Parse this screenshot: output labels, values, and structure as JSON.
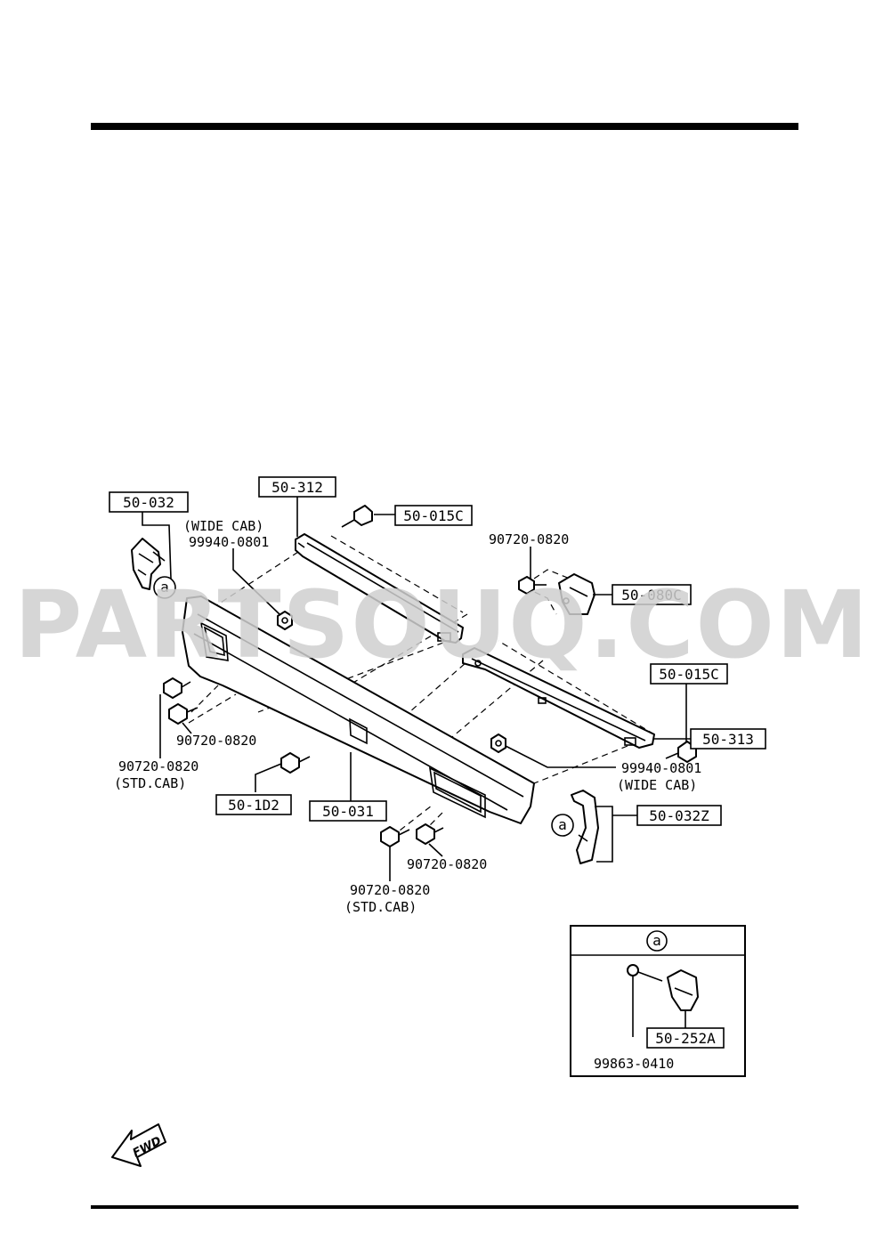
{
  "watermark": "PARTSOUQ.COM",
  "part_codes": {
    "c50_032": "50-032",
    "c50_312": "50-312",
    "c50_015c_top": "50-015C",
    "c50_080c": "50-080C",
    "c50_015c_right": "50-015C",
    "c50_313": "50-313",
    "c50_1d2": "50-1D2",
    "c50_031": "50-031",
    "c50_032z": "50-032Z",
    "c50_252a": "50-252A"
  },
  "part_numbers": {
    "p99940_0801_left": "99940-0801",
    "p90720_0820_topright": "90720-0820",
    "p90720_0820_left": "90720-0820",
    "p90720_0820_left_std": "90720-0820",
    "p99940_0801_right": "99940-0801",
    "p90720_0820_bottom": "90720-0820",
    "p90720_0820_bottom_std": "90720-0820",
    "p99863_0410": "99863-0410"
  },
  "notes": {
    "wide_cab_left": "(WIDE CAB)",
    "std_cab_left": "(STD.CAB)",
    "wide_cab_right": "(WIDE CAB)",
    "std_cab_bottom": "(STD.CAB)"
  },
  "callout_letter": "a",
  "detail_title": "a",
  "fwd_label": "FWD"
}
